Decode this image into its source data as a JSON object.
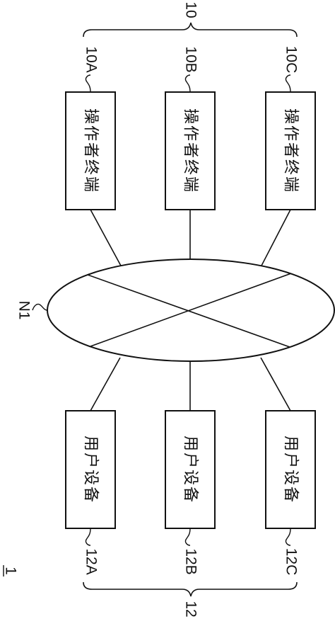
{
  "figure_number": "1",
  "network": {
    "label": "N1"
  },
  "operator_group": {
    "label": "10",
    "terminals": [
      {
        "id": "10A",
        "text": "操作者终端"
      },
      {
        "id": "10B",
        "text": "操作者终端"
      },
      {
        "id": "10C",
        "text": "操作者终端"
      }
    ]
  },
  "user_group": {
    "label": "12",
    "devices": [
      {
        "id": "12A",
        "text": "用户设备"
      },
      {
        "id": "12B",
        "text": "用户设备"
      },
      {
        "id": "12C",
        "text": "用户设备"
      }
    ]
  }
}
